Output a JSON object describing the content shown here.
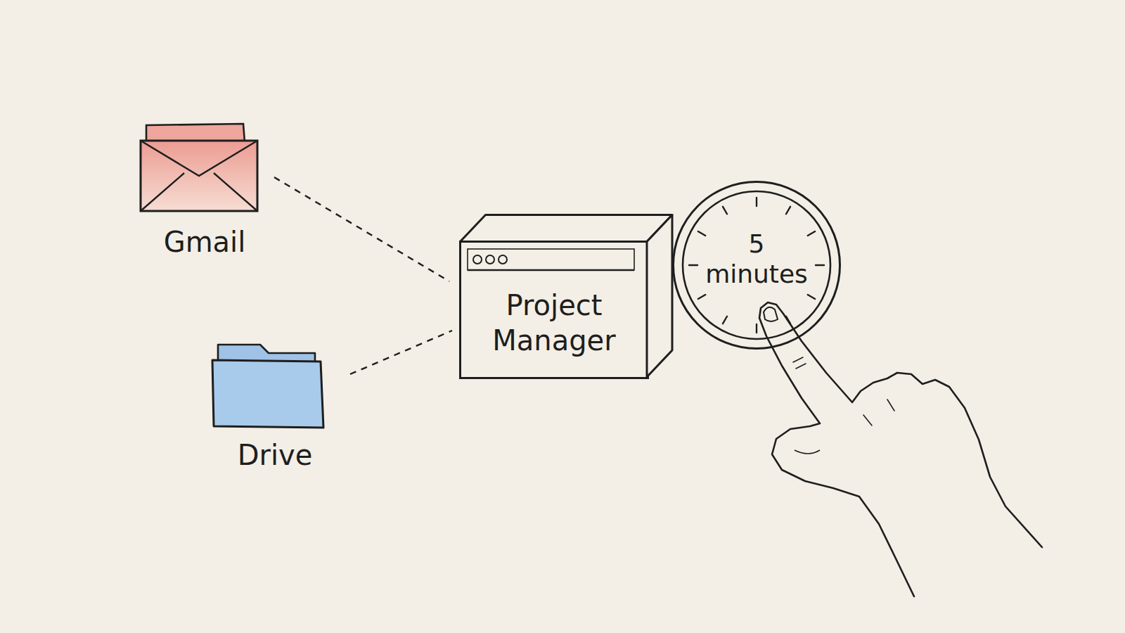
{
  "diagram": {
    "nodes": [
      {
        "text": [
          "Gmail"
        ]
      },
      {
        "text": [
          "Drive"
        ]
      },
      {
        "text": [
          "Project Manager"
        ]
      },
      {
        "text": [
          "5 minutes"
        ]
      }
    ],
    "edges": [
      {
        "from": 0,
        "to": 2,
        "arrow": "none"
      },
      {
        "from": 1,
        "to": 2,
        "arrow": "none"
      }
    ]
  }
}
